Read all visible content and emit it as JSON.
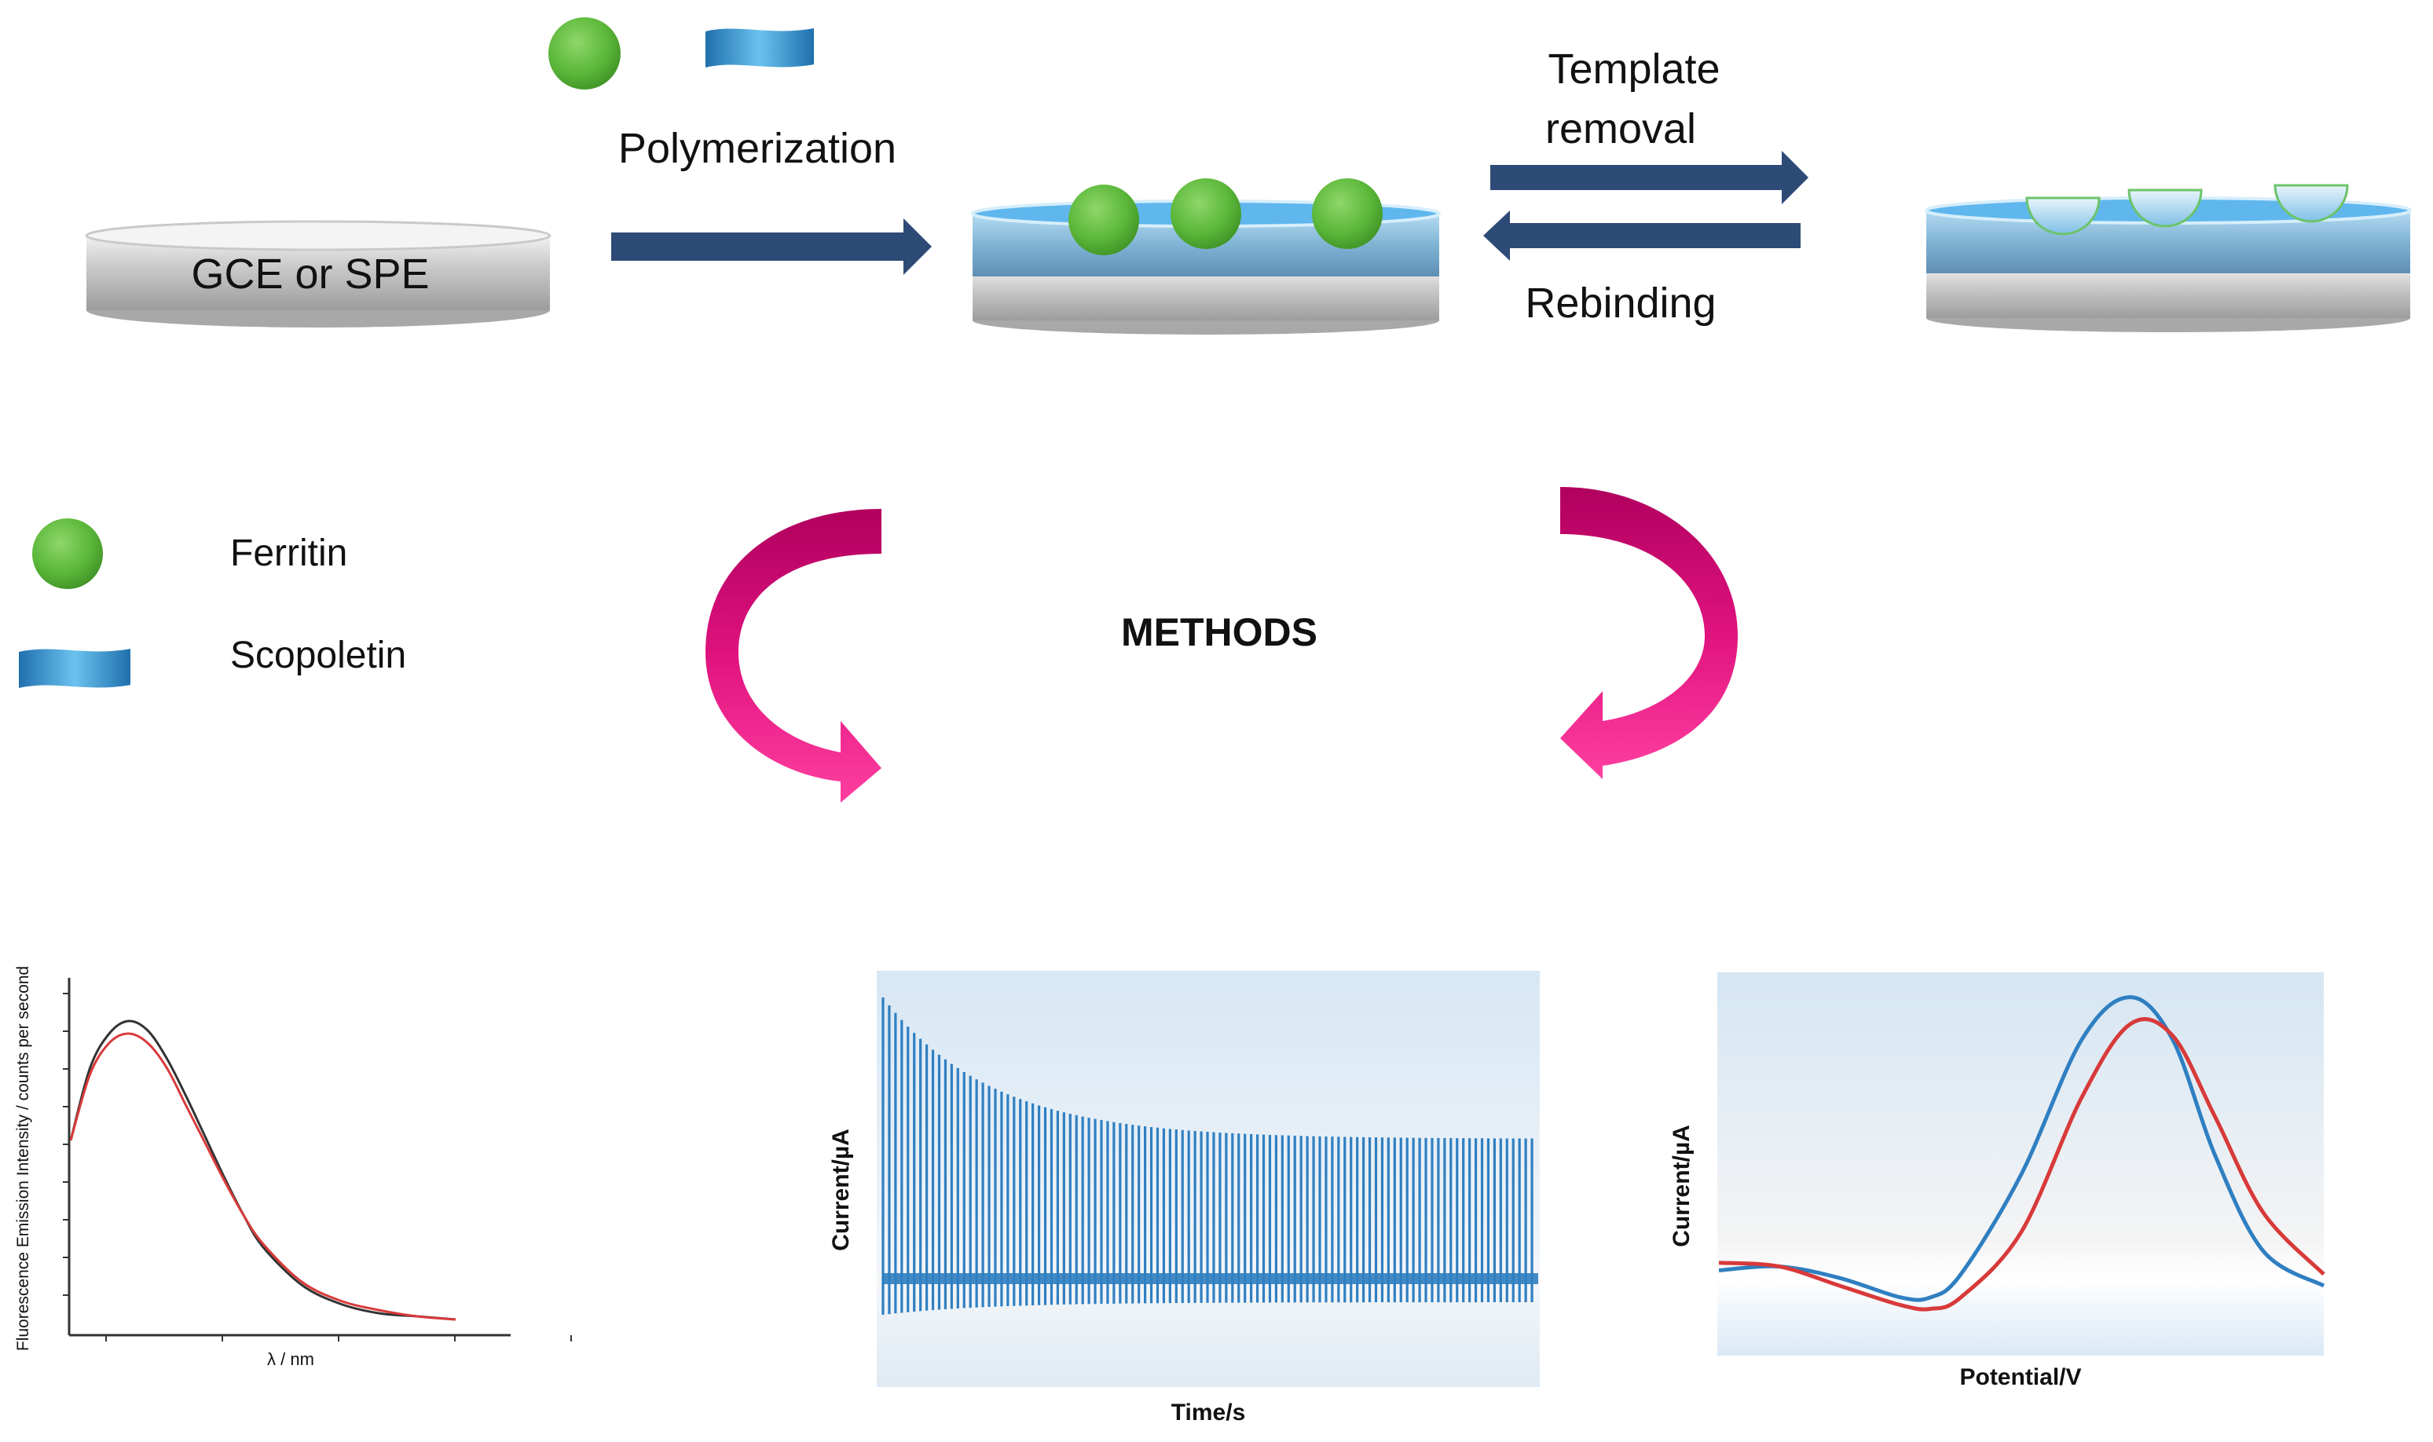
{
  "steps": {
    "electrode_label": "GCE or SPE",
    "polymerization_label": "Polymerization",
    "template_removal_label_line1": "Template",
    "template_removal_label_line2": "removal",
    "rebinding_label": "Rebinding"
  },
  "legend": {
    "items": [
      {
        "label": "Ferritin",
        "icon": "green-sphere-icon"
      },
      {
        "label": "Scopoletin",
        "icon": "blue-ribbon-icon"
      }
    ]
  },
  "methods_label": "METHODS",
  "colors": {
    "ferritin_green": "#5cb83a",
    "scopoletin_blue": "#2b86c5",
    "arrow_navy": "#2e4a76",
    "curved_arrow_magenta": "#e0137f",
    "series_red": "#d83a3a",
    "series_blue": "#2f7fc1",
    "series_black": "#333333"
  },
  "chart_data": [
    {
      "type": "line",
      "title": "",
      "xlabel": "λ / nm",
      "ylabel": "Fluorescence Emission Intensity / counts per second",
      "x": [
        0,
        0.5,
        1,
        1.5,
        2,
        2.5,
        3,
        3.5,
        4,
        4.5,
        5,
        6,
        7,
        8,
        9,
        10
      ],
      "series": [
        {
          "color": "#333333",
          "values": [
            0.62,
            0.85,
            0.96,
            1.0,
            0.97,
            0.88,
            0.76,
            0.63,
            0.5,
            0.38,
            0.28,
            0.16,
            0.1,
            0.07,
            0.06,
            0.05
          ]
        },
        {
          "color": "#d83a3a",
          "values": [
            0.62,
            0.83,
            0.93,
            0.96,
            0.93,
            0.85,
            0.73,
            0.61,
            0.49,
            0.38,
            0.29,
            0.17,
            0.11,
            0.08,
            0.06,
            0.05
          ]
        }
      ]
    },
    {
      "type": "line",
      "title": "",
      "xlabel": "Time/s",
      "ylabel": "Current/µA",
      "pulses": 105,
      "series": [
        {
          "color": "#2f7fc1",
          "upper_start": 0.98,
          "upper_end": 0.62,
          "lower_start": 0.12,
          "lower_end": 0.2
        }
      ]
    },
    {
      "type": "line",
      "title": "",
      "xlabel": "Potential/V",
      "ylabel": "Current/µA",
      "x": [
        0,
        0.1,
        0.2,
        0.3,
        0.35,
        0.4,
        0.5,
        0.6,
        0.68,
        0.75,
        0.82,
        0.9,
        1.0
      ],
      "series": [
        {
          "color": "#2f7fc1",
          "values": [
            0.25,
            0.26,
            0.23,
            0.18,
            0.18,
            0.24,
            0.5,
            0.85,
            0.96,
            0.85,
            0.55,
            0.3,
            0.21
          ]
        },
        {
          "color": "#d83a3a",
          "values": [
            0.27,
            0.26,
            0.21,
            0.16,
            0.15,
            0.18,
            0.35,
            0.7,
            0.89,
            0.86,
            0.65,
            0.4,
            0.24
          ]
        }
      ]
    }
  ]
}
